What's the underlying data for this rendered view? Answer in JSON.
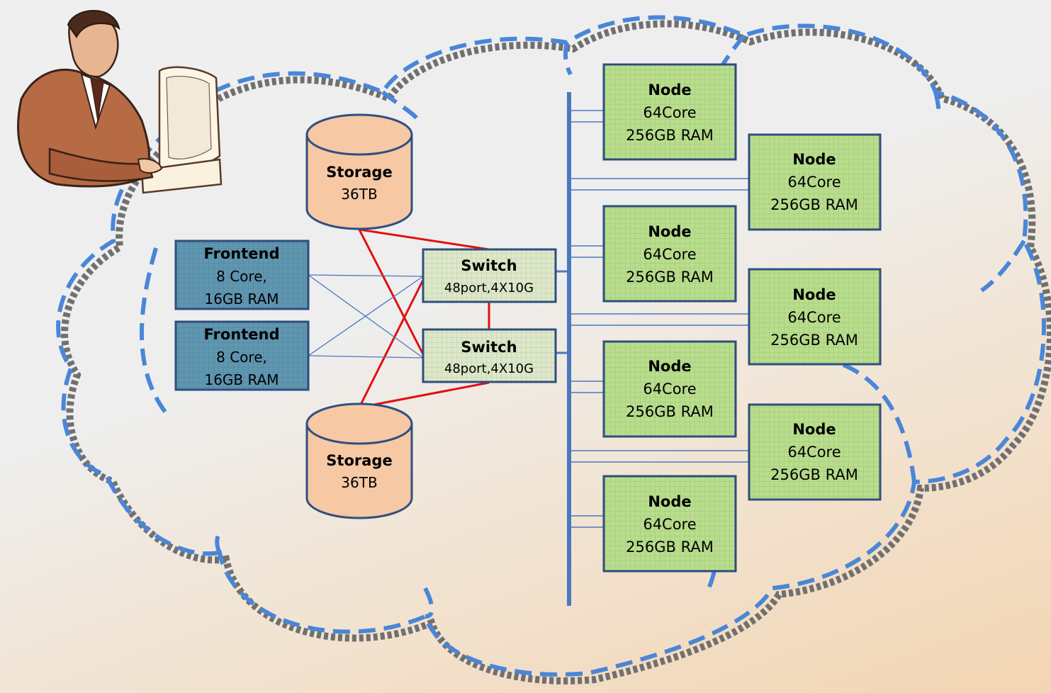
{
  "storage": [
    {
      "title": "Storage",
      "capacity": "36TB"
    },
    {
      "title": "Storage",
      "capacity": "36TB"
    }
  ],
  "frontends": [
    {
      "title": "Frontend",
      "cores": "8 Core,",
      "ram": "16GB RAM"
    },
    {
      "title": "Frontend",
      "cores": "8 Core,",
      "ram": "16GB RAM"
    }
  ],
  "switches": [
    {
      "title": "Switch",
      "spec": "48port,4X10G"
    },
    {
      "title": "Switch",
      "spec": "48port,4X10G"
    }
  ],
  "nodes": [
    {
      "title": "Node",
      "cores": "64Core",
      "ram": "256GB RAM"
    },
    {
      "title": "Node",
      "cores": "64Core",
      "ram": "256GB RAM"
    },
    {
      "title": "Node",
      "cores": "64Core",
      "ram": "256GB RAM"
    },
    {
      "title": "Node",
      "cores": "64Core",
      "ram": "256GB RAM"
    },
    {
      "title": "Node",
      "cores": "64Core",
      "ram": "256GB RAM"
    },
    {
      "title": "Node",
      "cores": "64Core",
      "ram": "256GB RAM"
    },
    {
      "title": "Node",
      "cores": "64Core",
      "ram": "256GB RAM"
    }
  ],
  "colors": {
    "cloud_outline": "#4a86d8",
    "cloud_shadow": "#707070",
    "node_fill": "#b8de8c",
    "node_border": "#2f4f7f",
    "frontend_fill": "#5f96b0",
    "switch_fill": "#dce8c8",
    "storage_fill": "#f6c8a4",
    "storage_link": "#e01010",
    "network_link": "#4a78c0"
  },
  "icons": {
    "user": "person-at-computer-clipart"
  }
}
